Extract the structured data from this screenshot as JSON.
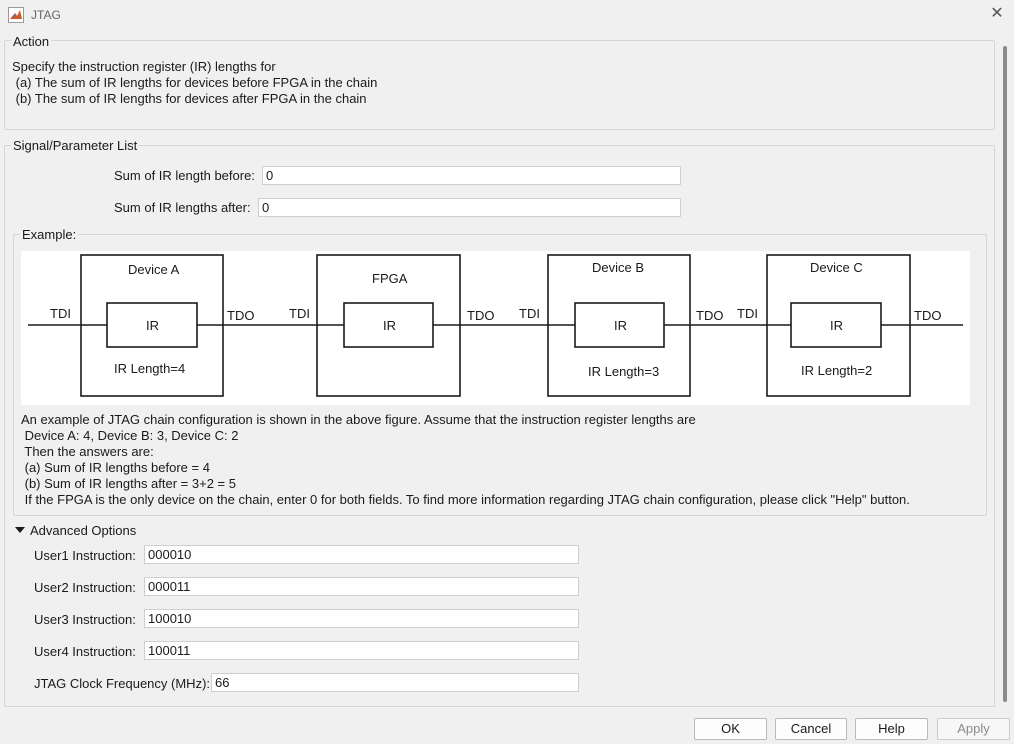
{
  "window": {
    "title": "JTAG",
    "close_symbol": "✕"
  },
  "action": {
    "legend": "Action",
    "lines": [
      "Specify the instruction register (IR) lengths for",
      " (a) The sum of IR lengths for devices before FPGA in the chain",
      " (b) The sum of IR lengths for devices after FPGA in the chain"
    ]
  },
  "signal_list": {
    "legend": "Signal/Parameter List",
    "before_label": "Sum of IR length before:",
    "before_value": "0",
    "after_label": "Sum of IR lengths after:",
    "after_value": "0"
  },
  "example": {
    "legend": "Example:",
    "diagram": {
      "tdi": "TDI",
      "tdo": "TDO",
      "ir": "IR",
      "devices": [
        {
          "name": "Device A",
          "length_label": "IR Length=4"
        },
        {
          "name": "FPGA",
          "length_label": ""
        },
        {
          "name": "Device B",
          "length_label": "IR Length=3"
        },
        {
          "name": "Device C",
          "length_label": "IR Length=2"
        }
      ]
    },
    "lines": [
      "An example of JTAG chain configuration is shown in the above figure. Assume that the instruction register lengths are",
      " Device A: 4, Device B: 3, Device C: 2",
      " Then the answers are:",
      " (a) Sum of IR lengths before = 4",
      " (b) Sum of IR lengths after = 3+2 = 5",
      " If the FPGA is the only device on the chain, enter 0 for both fields. To find more information regarding JTAG chain configuration, please click \"Help\" button."
    ]
  },
  "advanced": {
    "label": "Advanced Options",
    "user1_label": "User1 Instruction:",
    "user1_value": "000010",
    "user2_label": "User2 Instruction:",
    "user2_value": "000011",
    "user3_label": "User3 Instruction:",
    "user3_value": "100010",
    "user4_label": "User4 Instruction:",
    "user4_value": "100011",
    "clock_label": "JTAG Clock Frequency (MHz):",
    "clock_value": "66"
  },
  "buttons": {
    "ok": "OK",
    "cancel": "Cancel",
    "help": "Help",
    "apply": "Apply"
  }
}
